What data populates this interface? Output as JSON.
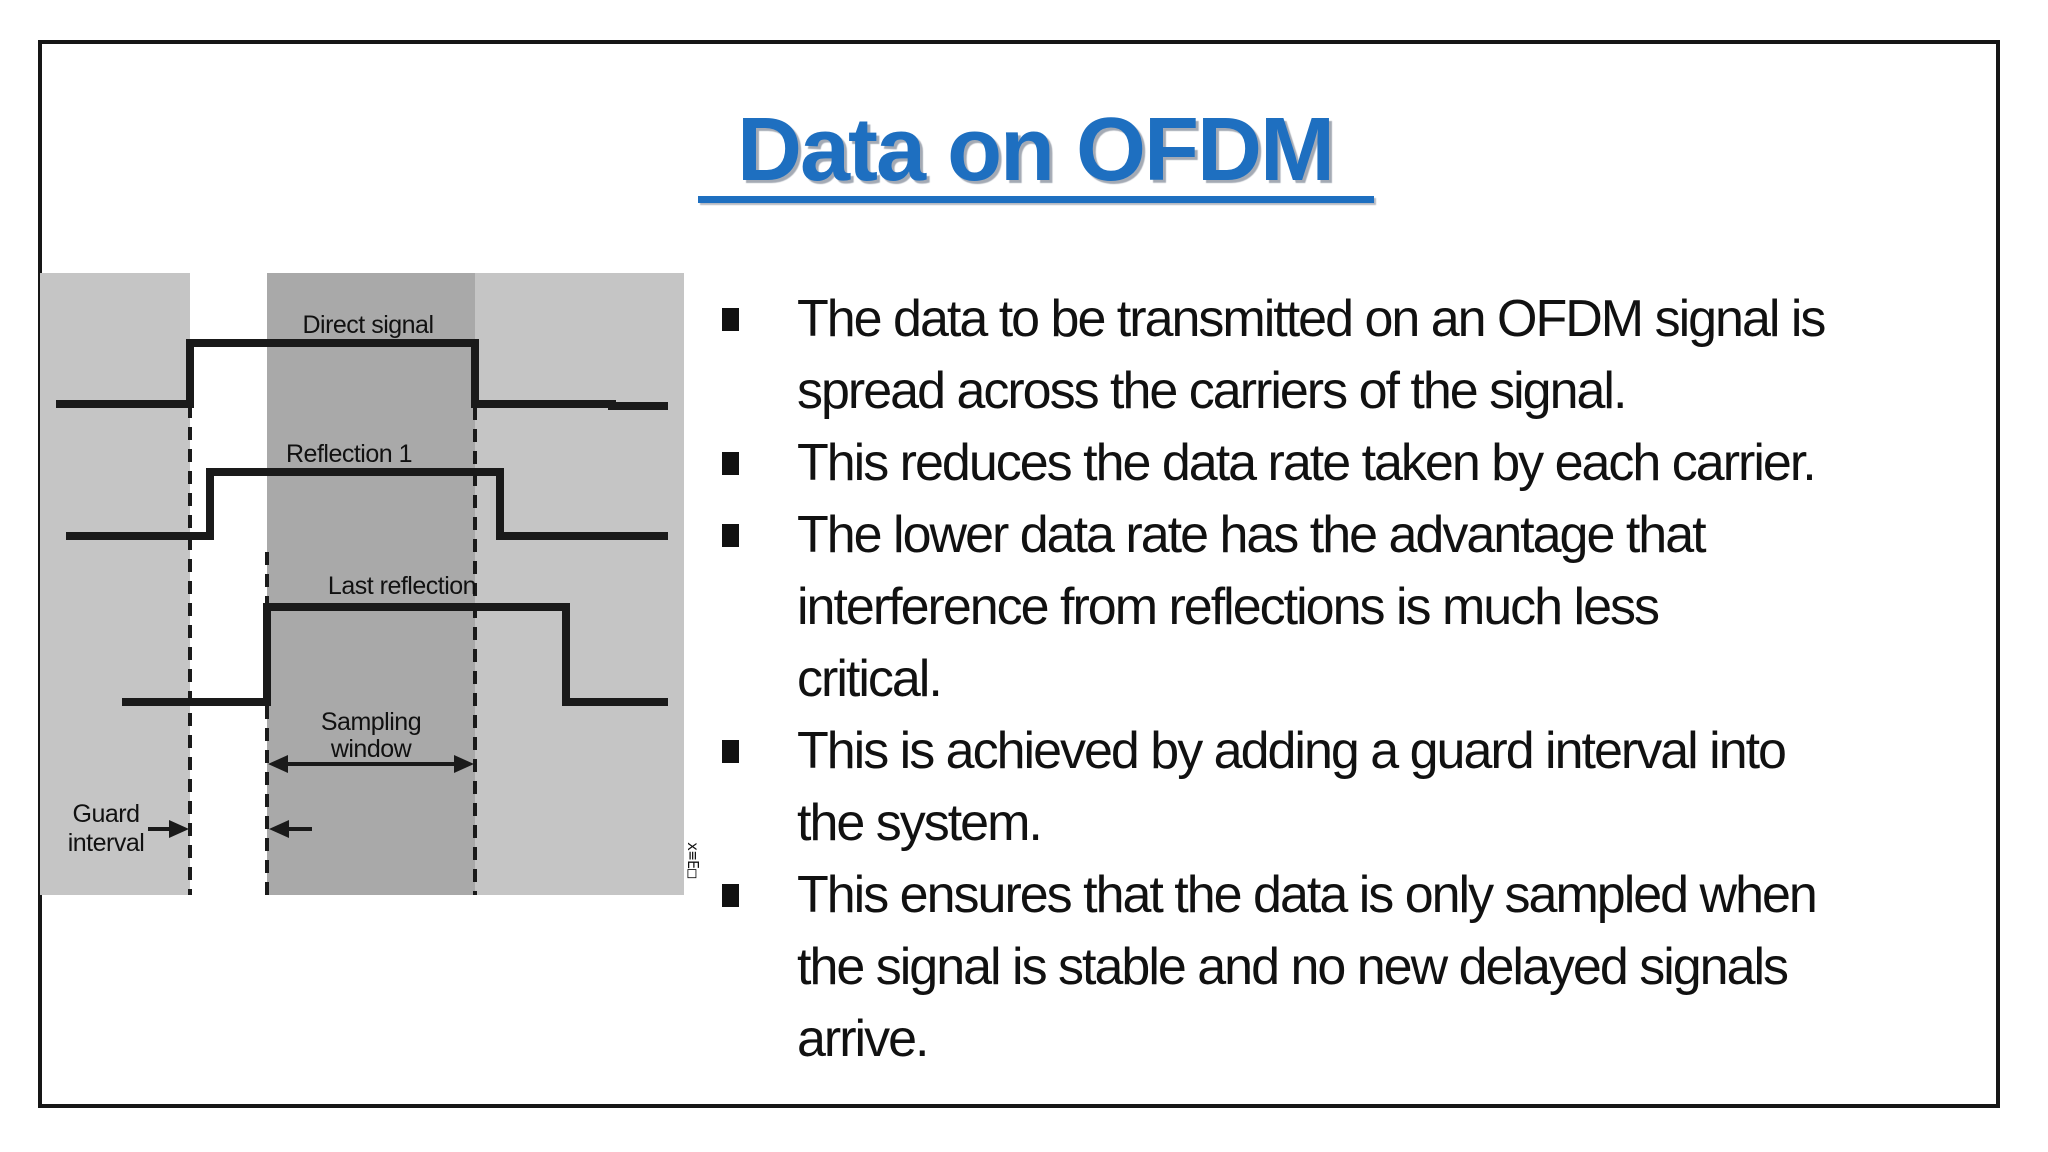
{
  "slide": {
    "title": "Data on OFDM",
    "title_color": "#1e6fc0",
    "bullets": [
      "The data to be transmitted on an OFDM signal is\nspread across the carriers of the signal.",
      "This reduces the data rate taken by each carrier.",
      "The lower data rate has the advantage that\ninterference from reflections is much less\ncritical.",
      "This is achieved by adding a guard interval into\nthe system.",
      "This ensures that the data is only sampled when\nthe signal is stable and no new delayed signals\narrive."
    ]
  },
  "diagram": {
    "labels": {
      "direct": "Direct signal",
      "reflection1": "Reflection 1",
      "last_reflection": "Last reflection",
      "sampling_line1": "Sampling",
      "sampling_line2": "window",
      "guard_line1": "Guard",
      "guard_line2": "interval"
    },
    "side_marker": "x≡E□",
    "colors": {
      "light_gray": "#c5c5c5",
      "dark_gray": "#a9a9a9",
      "line": "#1a1a1a"
    }
  }
}
